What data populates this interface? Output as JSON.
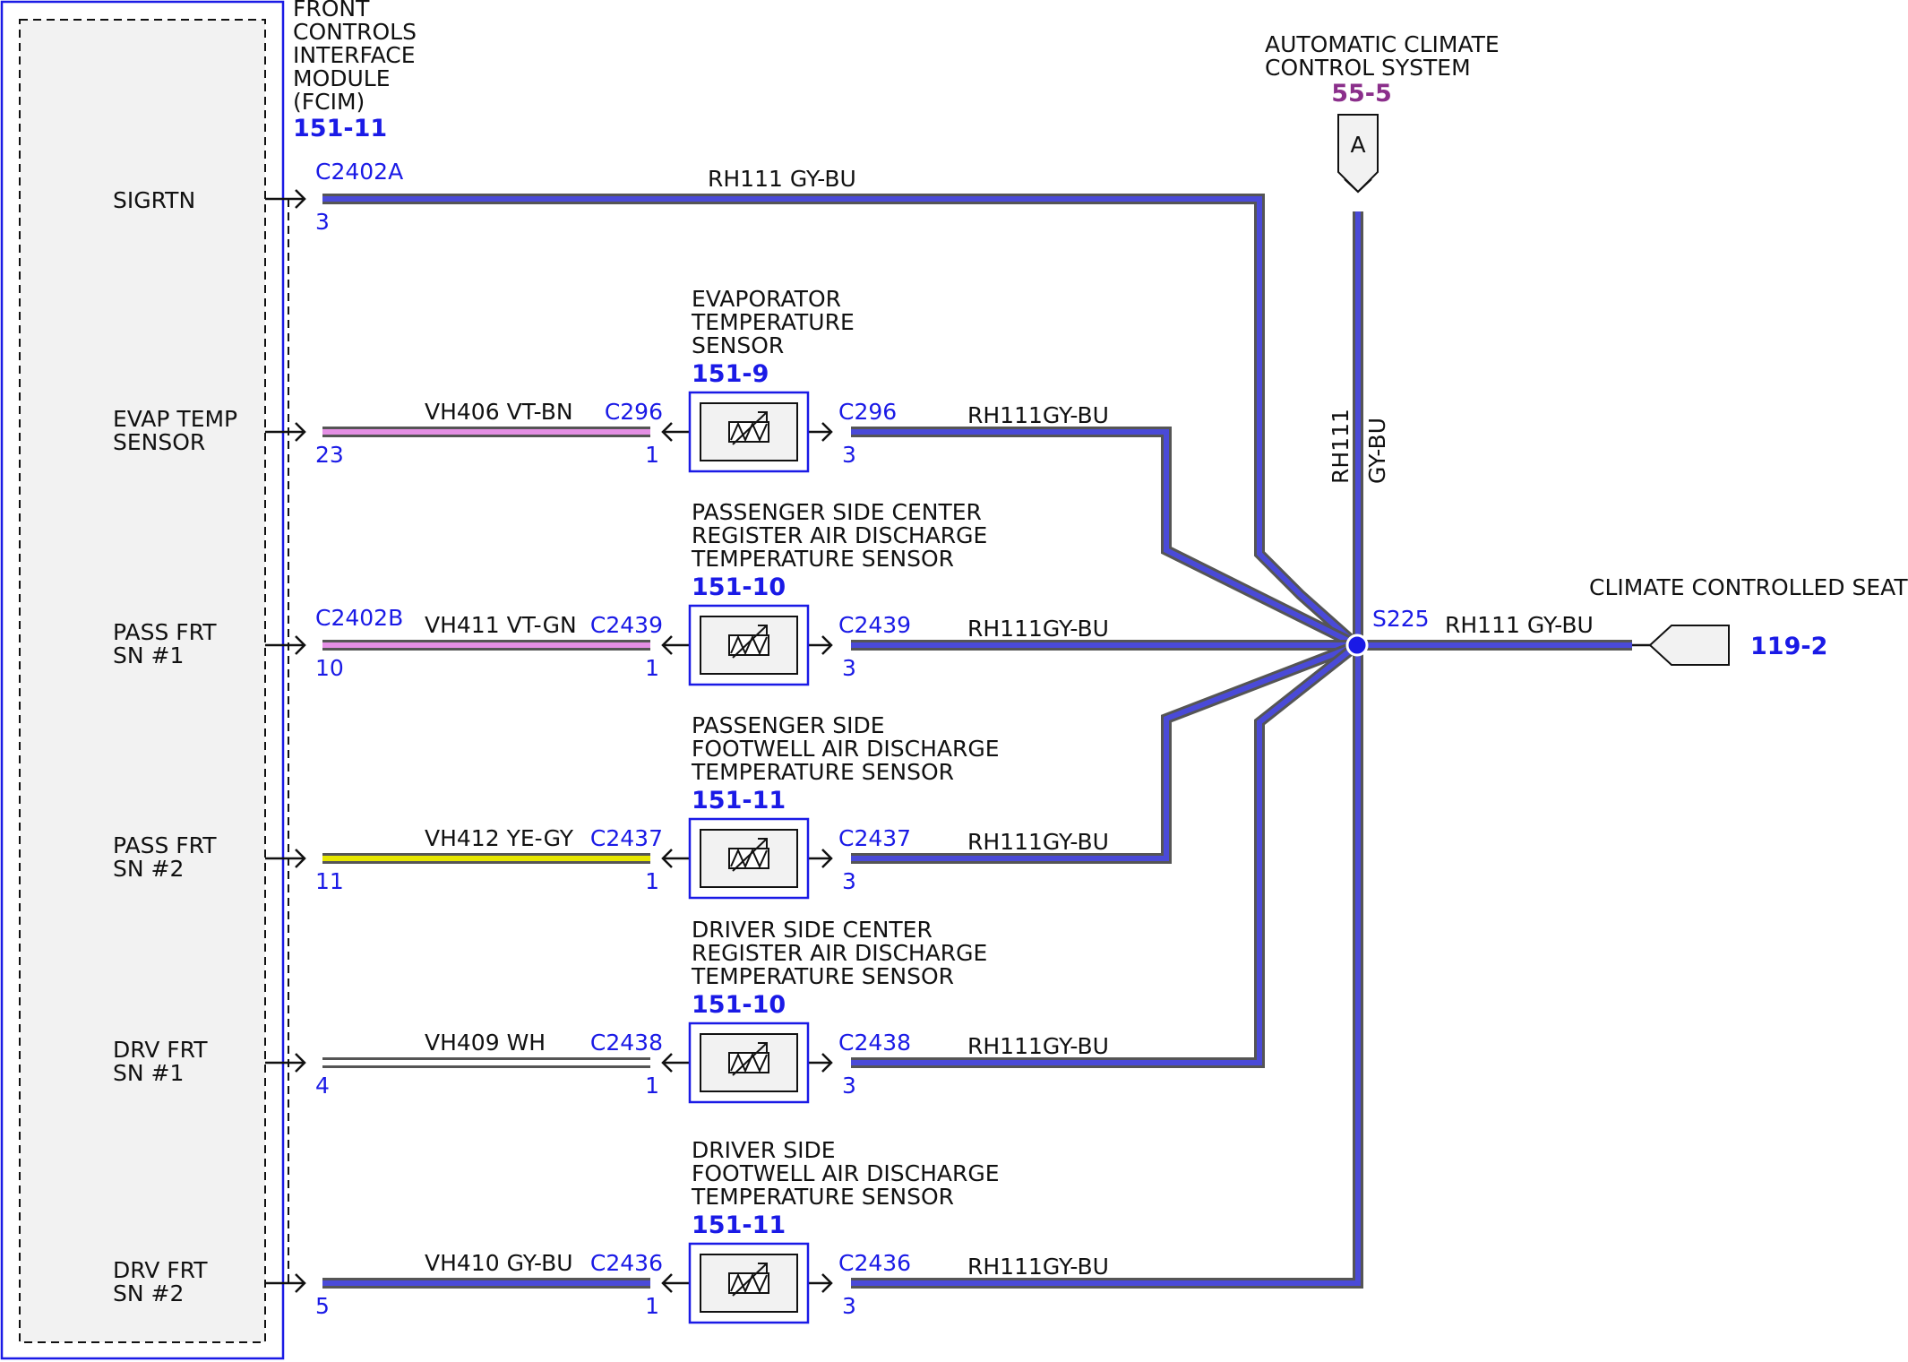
{
  "colors": {
    "blue": "#1a1ae6",
    "purple_ref": "#8b2f8b",
    "wire_outline": "#555555",
    "gy_bu_core": "#4a4ad8",
    "vt_core": "#e48fe4",
    "ye_core": "#e6e600",
    "wh_core": "#ffffff",
    "module_fill": "#f2f2f2"
  },
  "module": {
    "title_lines": [
      "FRONT",
      "CONTROLS",
      "INTERFACE",
      "MODULE",
      "(FCIM)"
    ],
    "ref": "151-11",
    "pins": [
      {
        "lines": [
          "SIGRTN"
        ]
      },
      {
        "lines": [
          "EVAP TEMP",
          "SENSOR"
        ]
      },
      {
        "lines": [
          "PASS FRT",
          "SN #1"
        ]
      },
      {
        "lines": [
          "PASS FRT",
          "SN #2"
        ]
      },
      {
        "lines": [
          "DRV FRT",
          "SN #1"
        ]
      },
      {
        "lines": [
          "DRV FRT",
          "SN #2"
        ]
      }
    ]
  },
  "signal_return": {
    "connector": "C2402A",
    "pin": "3",
    "circuit": "RH111  GY-BU"
  },
  "circuits": [
    {
      "left_connector": "",
      "left_pin": "23",
      "circuit": "VH406 VT-BN",
      "color_key": "vt",
      "sensor_connector": "C296",
      "sensor_pin_in": "1",
      "sensor_pin_out": "3",
      "sensor_name_lines": [
        "EVAPORATOR",
        "TEMPERATURE",
        "SENSOR"
      ],
      "sensor_ref": "151-9",
      "return_circuit": "RH111GY-BU"
    },
    {
      "left_connector": "C2402B",
      "left_pin": "10",
      "circuit": "VH411 VT-GN",
      "color_key": "vt",
      "sensor_connector": "C2439",
      "sensor_pin_in": "1",
      "sensor_pin_out": "3",
      "sensor_name_lines": [
        "PASSENGER SIDE CENTER",
        "REGISTER AIR DISCHARGE",
        "TEMPERATURE SENSOR"
      ],
      "sensor_ref": "151-10",
      "return_circuit": "RH111GY-BU"
    },
    {
      "left_connector": "",
      "left_pin": "11",
      "circuit": "VH412 YE-GY",
      "color_key": "ye",
      "sensor_connector": "C2437",
      "sensor_pin_in": "1",
      "sensor_pin_out": "3",
      "sensor_name_lines": [
        "PASSENGER SIDE",
        "FOOTWELL AIR DISCHARGE",
        "TEMPERATURE SENSOR"
      ],
      "sensor_ref": "151-11",
      "return_circuit": "RH111GY-BU"
    },
    {
      "left_connector": "",
      "left_pin": "4",
      "circuit": "VH409 WH",
      "color_key": "wh",
      "sensor_connector": "C2438",
      "sensor_pin_in": "1",
      "sensor_pin_out": "3",
      "sensor_name_lines": [
        "DRIVER SIDE CENTER",
        "REGISTER AIR DISCHARGE",
        "TEMPERATURE SENSOR"
      ],
      "sensor_ref": "151-10",
      "return_circuit": "RH111GY-BU"
    },
    {
      "left_connector": "",
      "left_pin": "5",
      "circuit": "VH410 GY-BU",
      "color_key": "gybu",
      "sensor_connector": "C2436",
      "sensor_pin_in": "1",
      "sensor_pin_out": "3",
      "sensor_name_lines": [
        "DRIVER SIDE",
        "FOOTWELL AIR DISCHARGE",
        "TEMPERATURE SENSOR"
      ],
      "sensor_ref": "151-11",
      "return_circuit": "RH111GY-BU"
    }
  ],
  "climate_system": {
    "title_lines": [
      "AUTOMATIC CLIMATE",
      "CONTROL SYSTEM"
    ],
    "ref": "55-5",
    "connector_letter": "A",
    "vertical_circuit_lines": [
      "RH111",
      "GY-BU"
    ]
  },
  "splice": {
    "name": "S225",
    "out_circuit": "RH111  GY-BU"
  },
  "seats": {
    "title": "CLIMATE CONTROLLED SEATS",
    "ref": "119-2"
  }
}
